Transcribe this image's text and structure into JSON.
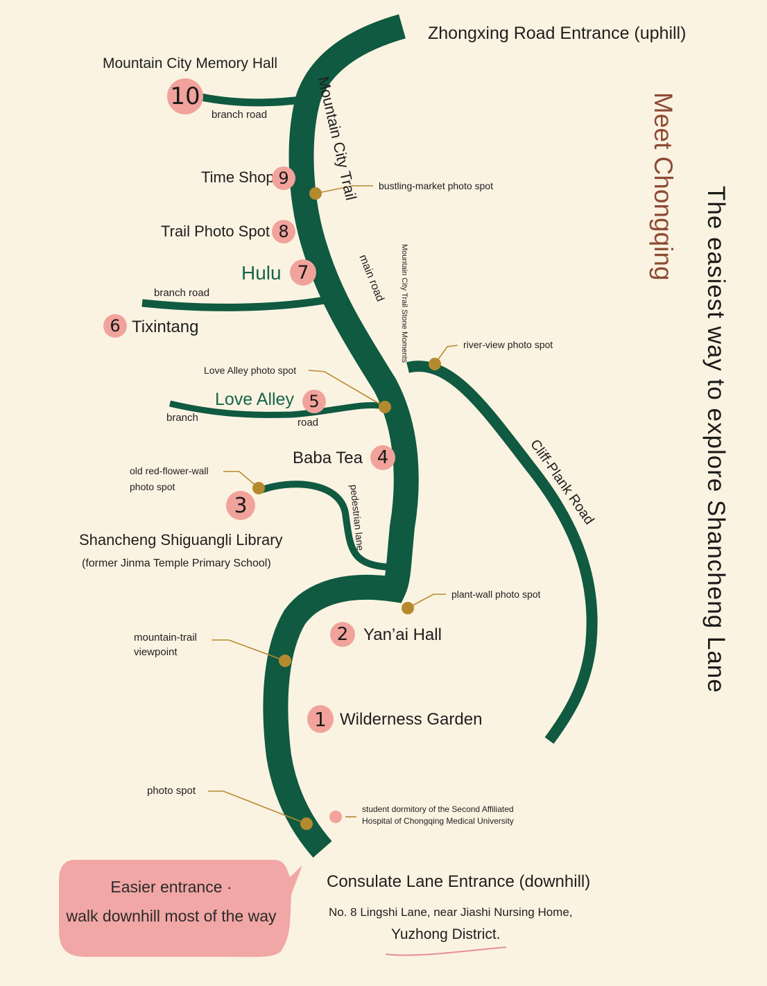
{
  "title": {
    "main": "The easiest way to explore Shancheng Lane",
    "sub": "Meet Chongqing"
  },
  "colors": {
    "background": "#fbf3e2",
    "road": "#0f5a40",
    "badge": "#f1a39b",
    "marker": "#b58a2f",
    "subtitle": "#8e4a35",
    "green_label": "#16664a"
  },
  "entrances": {
    "top": "Zhongxing Road Entrance (uphill)",
    "bottom": "Consulate Lane Entrance (downhill)",
    "address_line1": "No. 8 Lingshi Lane, near Jiashi Nursing Home,",
    "address_line2": "Yuzhong District."
  },
  "callout": {
    "line1": "Easier entrance ·",
    "line2": "walk downhill most of the way"
  },
  "routes": {
    "main_trail": "Mountain City Trail",
    "main_road": "main road",
    "stone_moments": "Mountain City Trail Stone Moments",
    "cliff_plank": "Cliff-Plank Road",
    "pedestrian_lane": "pedestrian lane",
    "branch_road_top": "branch road",
    "branch_road_mid": "branch road",
    "branch": "branch",
    "road": "road"
  },
  "stops": [
    {
      "num": "1",
      "name": "Wilderness Garden"
    },
    {
      "num": "2",
      "name": "Yan’ai Hall"
    },
    {
      "num": "3",
      "name": "Shancheng Shiguangli Library",
      "note": "(former Jinma Temple Primary School)"
    },
    {
      "num": "4",
      "name": "Baba Tea"
    },
    {
      "num": "5",
      "name": "Love Alley"
    },
    {
      "num": "6",
      "name": "Tixintang"
    },
    {
      "num": "7",
      "name": "Hulu"
    },
    {
      "num": "8",
      "name": "Trail Photo Spot"
    },
    {
      "num": "9",
      "name": "Time Shop"
    },
    {
      "num": "10",
      "name": "Mountain City Memory Hall"
    }
  ],
  "photo_spots": {
    "bustling": "bustling-market photo spot",
    "river_view": "river-view photo spot",
    "love_alley": "Love Alley photo spot",
    "red_flower_1": "old red-flower-wall",
    "red_flower_2": "photo spot",
    "plant_wall": "plant-wall photo spot",
    "mountain_trail_1": "mountain-trail",
    "mountain_trail_2": "viewpoint",
    "photo_spot": "photo spot"
  },
  "dormitory": {
    "line1": "student dormitory of the Second Affiliated",
    "line2": "Hospital of Chongqing Medical University"
  }
}
